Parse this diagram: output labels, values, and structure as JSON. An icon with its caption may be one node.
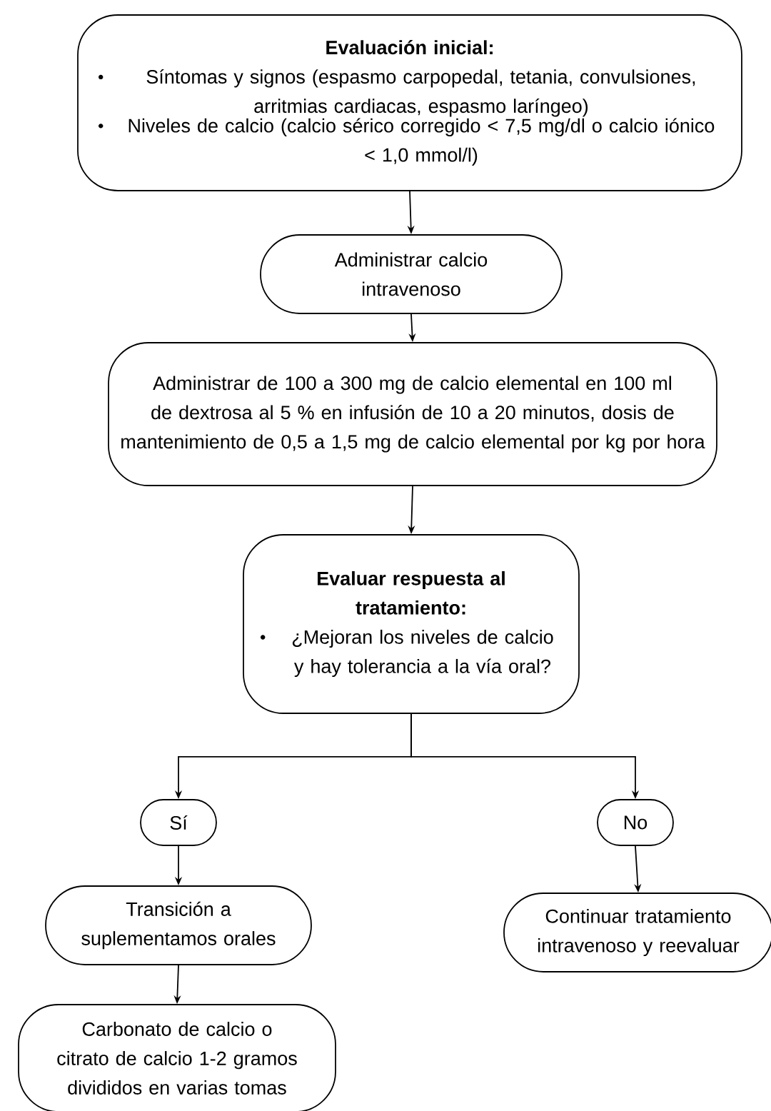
{
  "diagram": {
    "nodes": [
      {
        "text": [
          "Evaluación inicial:",
          "Síntomas y signos (espasmo carpopedal, tetania, convulsiones, arritmias cardiacas, espasmo laríngeo)",
          "Niveles de calcio (calcio sérico corregido < 7,5 mg/dl o calcio iónico < 1,0 mmol/l)"
        ]
      },
      {
        "text": [
          "Administrar calcio intravenoso"
        ]
      },
      {
        "text": [
          "Administrar de 100 a 300 mg de calcio elemental en 100 ml de dextrosa al 5 % en infusión de 10 a 20 minutos, dosis de mantenimiento de 0,5 a 1,5 mg de calcio elemental por kg por hora"
        ]
      },
      {
        "text": [
          "Evaluar respuesta al tratamiento:",
          "¿Mejoran los niveles de calcio y hay tolerancia a la vía oral?"
        ]
      },
      {
        "text": [
          "Sí"
        ]
      },
      {
        "text": [
          "No"
        ]
      },
      {
        "text": [
          "Transición a suplementamos orales"
        ]
      },
      {
        "text": [
          "Continuar tratamiento intravenoso y reevaluar"
        ]
      },
      {
        "text": [
          "Carbonato de calcio o citrato de calcio 1-2 gramos divididos en varias tomas"
        ]
      }
    ],
    "edges": [
      {
        "from": 0,
        "to": 1,
        "arrow": "to"
      },
      {
        "from": 1,
        "to": 2,
        "arrow": "to"
      },
      {
        "from": 2,
        "to": 3,
        "arrow": "to"
      },
      {
        "from": 3,
        "to": 4,
        "arrow": "to"
      },
      {
        "from": 3,
        "to": 5,
        "arrow": "to"
      },
      {
        "from": 4,
        "to": 6,
        "arrow": "to"
      },
      {
        "from": 5,
        "to": 7,
        "arrow": "to"
      },
      {
        "from": 6,
        "to": 8,
        "arrow": "to"
      }
    ]
  }
}
